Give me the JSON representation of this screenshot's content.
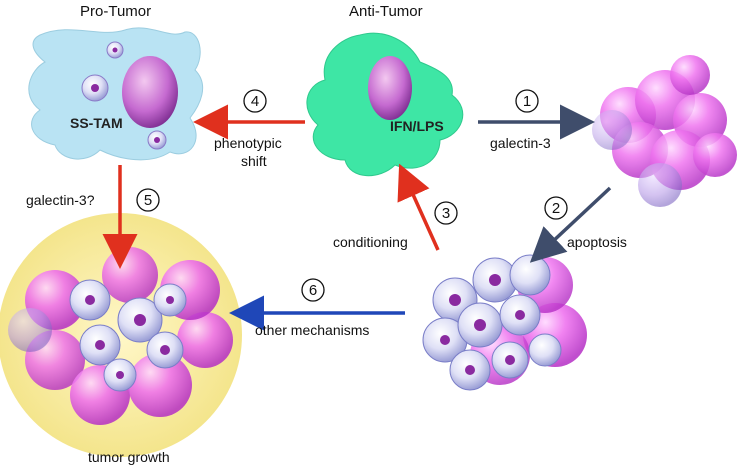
{
  "titles": {
    "pro_tumor": "Pro-Tumor",
    "anti_tumor": "Anti-Tumor"
  },
  "cells": {
    "ss_tam": "SS-TAM",
    "ifn_lps": "IFN/LPS"
  },
  "steps": [
    {
      "number": "1",
      "label": "galectin-3"
    },
    {
      "number": "2",
      "label": "apoptosis"
    },
    {
      "number": "3",
      "label": "conditioning"
    },
    {
      "number": "4",
      "label_line1": "phenotypic",
      "label_line2": "shift"
    },
    {
      "number": "5",
      "label": "galectin-3?"
    },
    {
      "number": "6",
      "label": "other mechanisms"
    }
  ],
  "outcome": "tumor growth",
  "colors": {
    "pro_tumor_cell": "#b9e3f3",
    "anti_tumor_cell": "#3ee6a5",
    "tumor_sphere": "#e85ee8",
    "red_arrow": "#e0301e",
    "slate_arrow": "#3f4d6b",
    "blue_arrow": "#1f47b8",
    "halo": "#f7ec9a"
  }
}
